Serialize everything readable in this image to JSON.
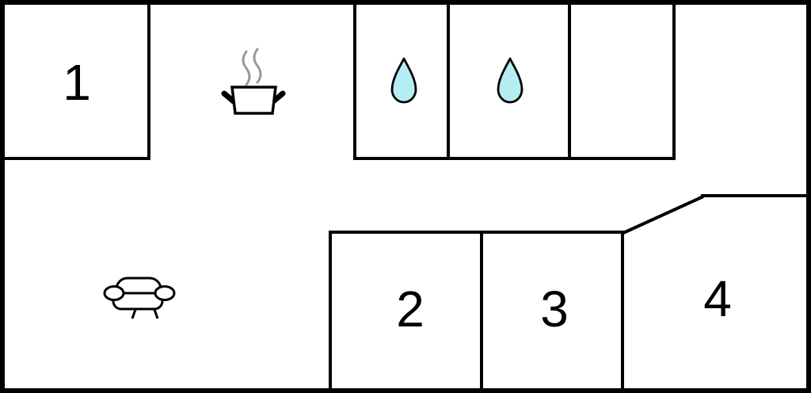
{
  "plan": {
    "name": "floor-plan",
    "rooms": [
      {
        "label": "1"
      },
      {
        "label": "2"
      },
      {
        "label": "3"
      },
      {
        "label": "4"
      }
    ],
    "icons": [
      {
        "name": "cooking-pot-icon"
      },
      {
        "name": "water-drop-icon"
      },
      {
        "name": "water-drop-icon"
      },
      {
        "name": "sofa-icon"
      }
    ],
    "colors": {
      "wall": "#000000",
      "background": "#ffffff",
      "water_drop_fill": "#b5eef2",
      "steam_gray": "#999999"
    }
  }
}
